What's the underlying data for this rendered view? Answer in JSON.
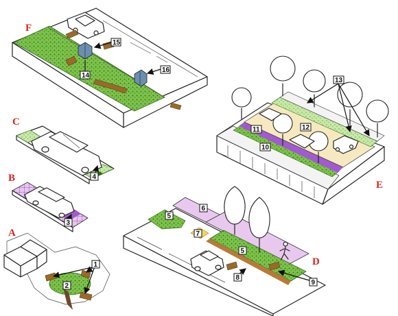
{
  "panels": [
    {
      "id": "F",
      "label": "F"
    },
    {
      "id": "C",
      "label": "C"
    },
    {
      "id": "B",
      "label": "B"
    },
    {
      "id": "A",
      "label": "A"
    },
    {
      "id": "E",
      "label": "E"
    },
    {
      "id": "D",
      "label": "D"
    }
  ],
  "callouts": {
    "c1": "1",
    "c2": "2",
    "c3": "3",
    "c4": "4",
    "c5a": "5",
    "c5b": "5",
    "c6": "6",
    "c7": "7",
    "c8": "8",
    "c9": "9",
    "c10": "10",
    "c11": "11",
    "c12": "12",
    "c13": "13",
    "c14": "14",
    "c15": "15",
    "c16": "16"
  },
  "colors": {
    "label_red": "#e0231c",
    "vegetation_green": "#7cc24a",
    "permeable_purple": "#a15ad0",
    "pavement_sand": "#f6e9bf",
    "flow_arrow_brown": "#9a6a2a"
  }
}
